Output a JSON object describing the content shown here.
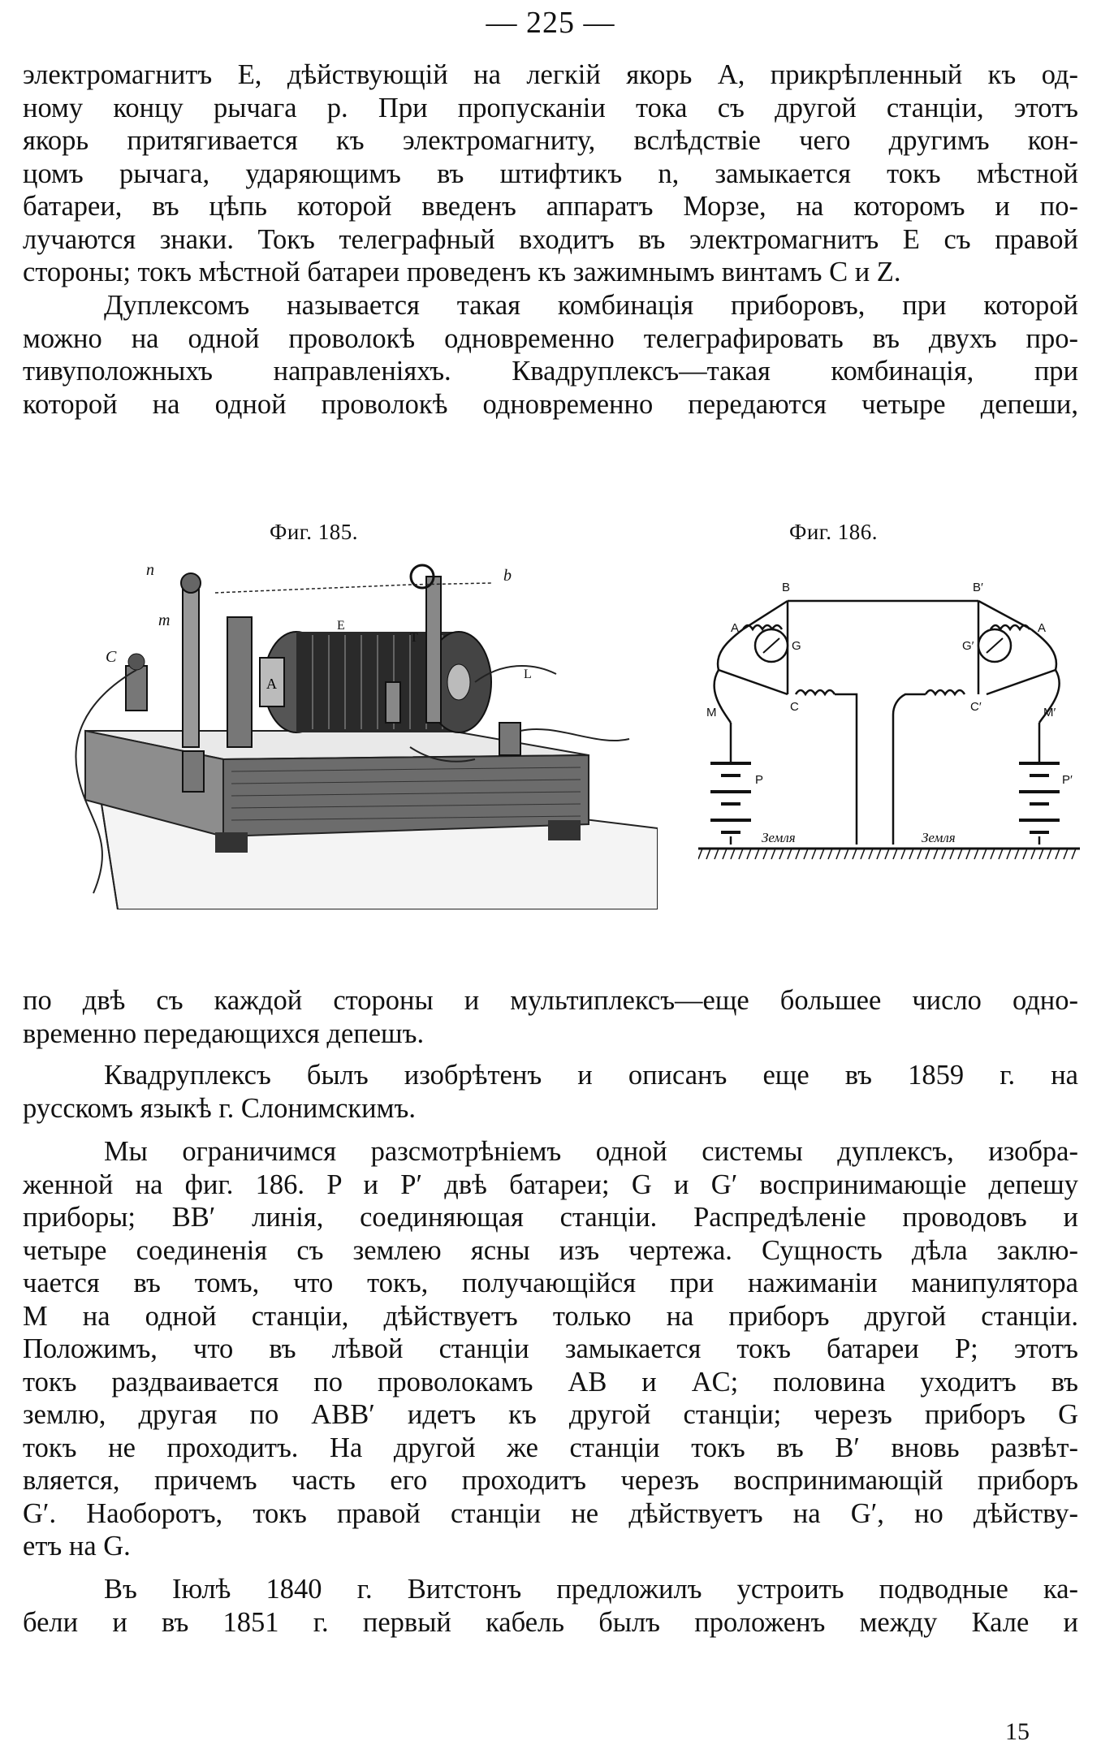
{
  "page_number": "— 225 —",
  "para1": {
    "lines": [
      "электромагнитъ E, дѣйствующій на легкій якорь A, прикрѣпленный къ од-",
      "ному концу рычага p. При пропусканіи тока съ другой станціи, этотъ",
      "якорь притягивается къ электромагниту, вслѣдствіе чего другимъ кон-",
      "цомъ рычага, ударяющимъ въ штифтикъ n, замыкается токъ мѣстной",
      "батареи, въ цѣпь которой введенъ аппаратъ Морзе, на которомъ и по-",
      "лучаются знаки. Токъ телеграфный входитъ въ электромагнитъ E съ правой",
      "стороны; токъ мѣстной батареи проведенъ къ зажимнымъ винтамъ C и Z."
    ]
  },
  "para2": {
    "lines": [
      "Дуплексомъ называется такая комбинація приборовъ, при которой",
      "можно на одной проволокѣ одновременно телеграфировать въ двухъ про-",
      "тивуположныхъ направленіяхъ. Квадруплексъ—такая комбинація, при",
      "которой на одной проволокѣ одновременно передаются четыре депеши,"
    ]
  },
  "figures": {
    "fig185_caption": "Фиг. 185.",
    "fig186_caption": "Фиг. 186.",
    "fig185_labels": {
      "n": "n",
      "m": "m",
      "b": "b",
      "E": "E",
      "T": "T",
      "C": "C",
      "L": "L",
      "A": "A"
    },
    "fig186_labels": {
      "B": "B",
      "B2": "B′",
      "A": "A",
      "A2": "A",
      "G": "G",
      "G2": "G′",
      "C": "C",
      "C2": "C′",
      "M": "M",
      "M2": "M′",
      "P": "P",
      "P2": "P′",
      "earth1": "Земля",
      "earth2": "Земля"
    }
  },
  "para3": {
    "lines": [
      "по двѣ съ каждой стороны и мультиплексъ—еще большее число одно-",
      "временно передающихся депешъ."
    ]
  },
  "para4": {
    "lines": [
      "Квадруплексъ былъ изобрѣтенъ и описанъ еще въ 1859 г. на",
      "русскомъ языкѣ г. Слонимскимъ."
    ]
  },
  "para5": {
    "lines": [
      "Мы ограничимся разсмотрѣніемъ одной системы дуплексъ, изобра-",
      "женной на фиг. 186. P и P′ двѣ батареи; G и G′ воспринимающіе депешу",
      "приборы; BB′ линія, соединяющая станціи. Распредѣленіе проводовъ и",
      "четыре соединенія съ землею ясны изъ чертежа. Сущность дѣла заклю-",
      "чается въ томъ, что токъ, получающійся при нажиманіи манипулятора",
      "M на одной станціи, дѣйствуетъ только на приборъ другой станціи.",
      "Положимъ, что въ лѣвой станціи замыкается токъ батареи P; этотъ",
      "токъ раздваивается по проволокамъ AB и AC; половина уходитъ въ",
      "землю, другая по ABB′ идетъ къ другой станціи; черезъ приборъ G",
      "токъ не проходитъ. На другой же станціи токъ въ B′ вновь развѣт-",
      "вляется, причемъ часть его проходитъ черезъ воспринимающій приборъ",
      "G′. Наоборотъ, токъ правой станціи не дѣйствуетъ на G′, но дѣйству-",
      "етъ на G."
    ]
  },
  "para6": {
    "lines": [
      "Въ Іюлѣ 1840 г. Витстонъ предложилъ устроить подводные ка-",
      "бели и въ 1851 г. первый кабель былъ проложенъ между Кале и"
    ]
  },
  "signature": "15"
}
